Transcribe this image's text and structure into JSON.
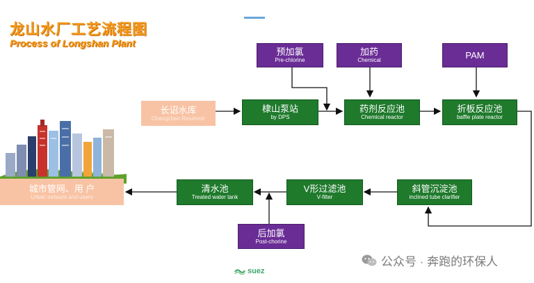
{
  "title": {
    "cn": "龙山水厂工艺流程图",
    "en": "Process of Longshan Plant"
  },
  "nodes": {
    "prechlorine": {
      "main": "预加氯",
      "sub": "Pre-chlorine"
    },
    "chemical": {
      "main": "加药",
      "sub": "Chemical"
    },
    "pam": {
      "main": "PAM",
      "sub": ""
    },
    "reservoir": {
      "main": "长诏水库",
      "sub": "Changzhao Reservoir"
    },
    "pump": {
      "main": "棣山泵站",
      "sub": "by DPS"
    },
    "reactor": {
      "main": "药剂反应池",
      "sub": "Chemical reactor"
    },
    "baffle": {
      "main": "折板反应池",
      "sub": "baffle plate reactor"
    },
    "clarifier": {
      "main": "斜管沉淀池",
      "sub": "inclined tube  clarifier"
    },
    "vfilter": {
      "main": "V形过滤池",
      "sub": "V-filter"
    },
    "tank": {
      "main": "清水池",
      "sub": "Treated water tank"
    },
    "users": {
      "main": "城市管网、用 户",
      "sub": "Urban network and users"
    },
    "postchlorine": {
      "main": "后加氯",
      "sub": "Post-chorine"
    }
  },
  "watermark": "公众号 · 奔跑的环保人",
  "logo": "suez",
  "colors": {
    "process": "#1f7a2c",
    "dosing": "#6a2c95",
    "source": "#f8c3a4",
    "title": "#f39a1e"
  }
}
